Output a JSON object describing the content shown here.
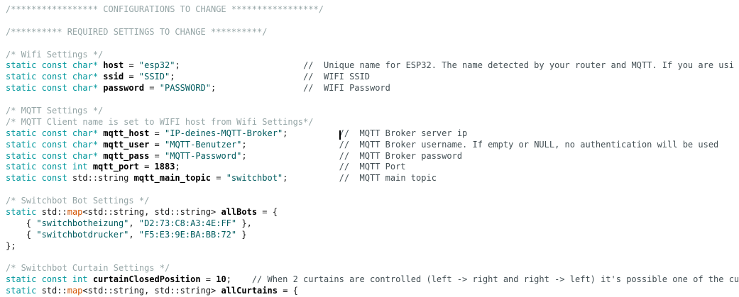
{
  "editor": {
    "background": "#ffffff",
    "colors": {
      "keyword": "#00979c",
      "string": "#005c5f",
      "function": "#d35400",
      "comment_block": "#95a5a6",
      "comment_line": "#434f54",
      "identifier": "#000000",
      "number": "#000000",
      "plain": "#1a1a1a",
      "cursor": "#000000"
    },
    "cursor_line_index": 11,
    "lines": [
      {
        "segments": [
          {
            "t": "/***************** CONFIGURATIONS TO CHANGE *****************/",
            "c": "cb"
          }
        ]
      },
      {
        "segments": []
      },
      {
        "segments": [
          {
            "t": "/********** REQUIRED SETTINGS TO CHANGE **********/",
            "c": "cb"
          }
        ]
      },
      {
        "segments": []
      },
      {
        "segments": [
          {
            "t": "/* Wifi Settings */",
            "c": "cb"
          }
        ]
      },
      {
        "segments": [
          {
            "t": "static const char*",
            "c": "kw"
          },
          {
            "t": " ",
            "c": "pl"
          },
          {
            "t": "host",
            "c": "id"
          },
          {
            "t": " = ",
            "c": "pl"
          },
          {
            "t": "\"esp32\"",
            "c": "str"
          },
          {
            "t": ";                        ",
            "c": "pl"
          },
          {
            "t": "//  Unique name for ESP32. The name detected by your router and MQTT. If you are usi",
            "c": "cl"
          }
        ]
      },
      {
        "segments": [
          {
            "t": "static const char*",
            "c": "kw"
          },
          {
            "t": " ",
            "c": "pl"
          },
          {
            "t": "ssid",
            "c": "id"
          },
          {
            "t": " = ",
            "c": "pl"
          },
          {
            "t": "\"SSID\"",
            "c": "str"
          },
          {
            "t": ";                         ",
            "c": "pl"
          },
          {
            "t": "//  WIFI SSID",
            "c": "cl"
          }
        ]
      },
      {
        "segments": [
          {
            "t": "static const char*",
            "c": "kw"
          },
          {
            "t": " ",
            "c": "pl"
          },
          {
            "t": "password",
            "c": "id"
          },
          {
            "t": " = ",
            "c": "pl"
          },
          {
            "t": "\"PASSWORD\"",
            "c": "str"
          },
          {
            "t": ";                 ",
            "c": "pl"
          },
          {
            "t": "//  WIFI Password",
            "c": "cl"
          }
        ]
      },
      {
        "segments": []
      },
      {
        "segments": [
          {
            "t": "/* MQTT Settings */",
            "c": "cb"
          }
        ]
      },
      {
        "segments": [
          {
            "t": "/* MQTT Client name is set to WIFI host from Wifi Settings*/",
            "c": "cb"
          }
        ]
      },
      {
        "segments": [
          {
            "t": "static const char*",
            "c": "kw"
          },
          {
            "t": " ",
            "c": "pl"
          },
          {
            "t": "mqtt_host",
            "c": "id"
          },
          {
            "t": " = ",
            "c": "pl"
          },
          {
            "t": "\"IP-deines-MQTT-Broker\"",
            "c": "str"
          },
          {
            "t": ";          ",
            "c": "pl"
          },
          {
            "t": "",
            "c": "caret"
          },
          {
            "t": "//  MQTT Broker server ip",
            "c": "cl"
          }
        ]
      },
      {
        "segments": [
          {
            "t": "static const char*",
            "c": "kw"
          },
          {
            "t": " ",
            "c": "pl"
          },
          {
            "t": "mqtt_user",
            "c": "id"
          },
          {
            "t": " = ",
            "c": "pl"
          },
          {
            "t": "\"MQTT-Benutzer\"",
            "c": "str"
          },
          {
            "t": ";                  ",
            "c": "pl"
          },
          {
            "t": "//  MQTT Broker username. If empty or NULL, no authentication will be used",
            "c": "cl"
          }
        ]
      },
      {
        "segments": [
          {
            "t": "static const char*",
            "c": "kw"
          },
          {
            "t": " ",
            "c": "pl"
          },
          {
            "t": "mqtt_pass",
            "c": "id"
          },
          {
            "t": " = ",
            "c": "pl"
          },
          {
            "t": "\"MQTT-Password\"",
            "c": "str"
          },
          {
            "t": ";                  ",
            "c": "pl"
          },
          {
            "t": "//  MQTT Broker password",
            "c": "cl"
          }
        ]
      },
      {
        "segments": [
          {
            "t": "static const int",
            "c": "kw"
          },
          {
            "t": " ",
            "c": "pl"
          },
          {
            "t": "mqtt_port",
            "c": "id"
          },
          {
            "t": " = ",
            "c": "pl"
          },
          {
            "t": "1883",
            "c": "num"
          },
          {
            "t": ";                               ",
            "c": "pl"
          },
          {
            "t": "//  MQTT Port",
            "c": "cl"
          }
        ]
      },
      {
        "segments": [
          {
            "t": "static const",
            "c": "kw"
          },
          {
            "t": " std::string ",
            "c": "pl"
          },
          {
            "t": "mqtt_main_topic",
            "c": "id"
          },
          {
            "t": " = ",
            "c": "pl"
          },
          {
            "t": "\"switchbot\"",
            "c": "str"
          },
          {
            "t": ";          ",
            "c": "pl"
          },
          {
            "t": "//  MQTT main topic",
            "c": "cl"
          }
        ]
      },
      {
        "segments": []
      },
      {
        "segments": [
          {
            "t": "/* Switchbot Bot Settings */",
            "c": "cb"
          }
        ]
      },
      {
        "segments": [
          {
            "t": "static",
            "c": "kw"
          },
          {
            "t": " std::",
            "c": "pl"
          },
          {
            "t": "map",
            "c": "fn"
          },
          {
            "t": "<std::string, std::string> ",
            "c": "pl"
          },
          {
            "t": "allBots",
            "c": "id"
          },
          {
            "t": " = {",
            "c": "pl"
          }
        ]
      },
      {
        "segments": [
          {
            "t": "    { ",
            "c": "pl"
          },
          {
            "t": "\"switchbotheizung\"",
            "c": "str"
          },
          {
            "t": ", ",
            "c": "pl"
          },
          {
            "t": "\"D2:73:C8:A3:4E:FF\"",
            "c": "str"
          },
          {
            "t": " },",
            "c": "pl"
          }
        ]
      },
      {
        "segments": [
          {
            "t": "    { ",
            "c": "pl"
          },
          {
            "t": "\"switchbotdrucker\"",
            "c": "str"
          },
          {
            "t": ", ",
            "c": "pl"
          },
          {
            "t": "\"F5:E3:9E:BA:BB:72\"",
            "c": "str"
          },
          {
            "t": " }",
            "c": "pl"
          }
        ]
      },
      {
        "segments": [
          {
            "t": "};",
            "c": "pl"
          }
        ]
      },
      {
        "segments": []
      },
      {
        "segments": [
          {
            "t": "/* Switchbot Curtain Settings */",
            "c": "cb"
          }
        ]
      },
      {
        "segments": [
          {
            "t": "static const int",
            "c": "kw"
          },
          {
            "t": " ",
            "c": "pl"
          },
          {
            "t": "curtainClosedPosition",
            "c": "id"
          },
          {
            "t": " = ",
            "c": "pl"
          },
          {
            "t": "10",
            "c": "num"
          },
          {
            "t": ";    ",
            "c": "pl"
          },
          {
            "t": "// When 2 curtains are controlled (left -> right and right -> left) it's possible one of the cu",
            "c": "cl"
          }
        ]
      },
      {
        "segments": [
          {
            "t": "static",
            "c": "kw"
          },
          {
            "t": " std::",
            "c": "pl"
          },
          {
            "t": "map",
            "c": "fn"
          },
          {
            "t": "<std::string, std::string> ",
            "c": "pl"
          },
          {
            "t": "allCurtains",
            "c": "id"
          },
          {
            "t": " = {",
            "c": "pl"
          }
        ]
      }
    ]
  }
}
